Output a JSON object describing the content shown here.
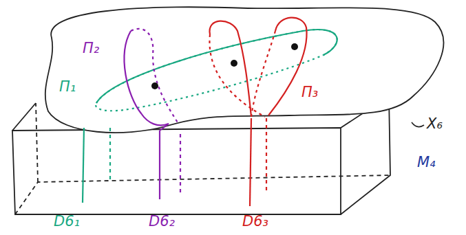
{
  "diagram": {
    "labels": [
      "Π₂",
      "Π₁",
      "Π₃",
      "X₆",
      "M₄",
      "D6₁",
      "D6₂",
      "D6₃"
    ]
  }
}
